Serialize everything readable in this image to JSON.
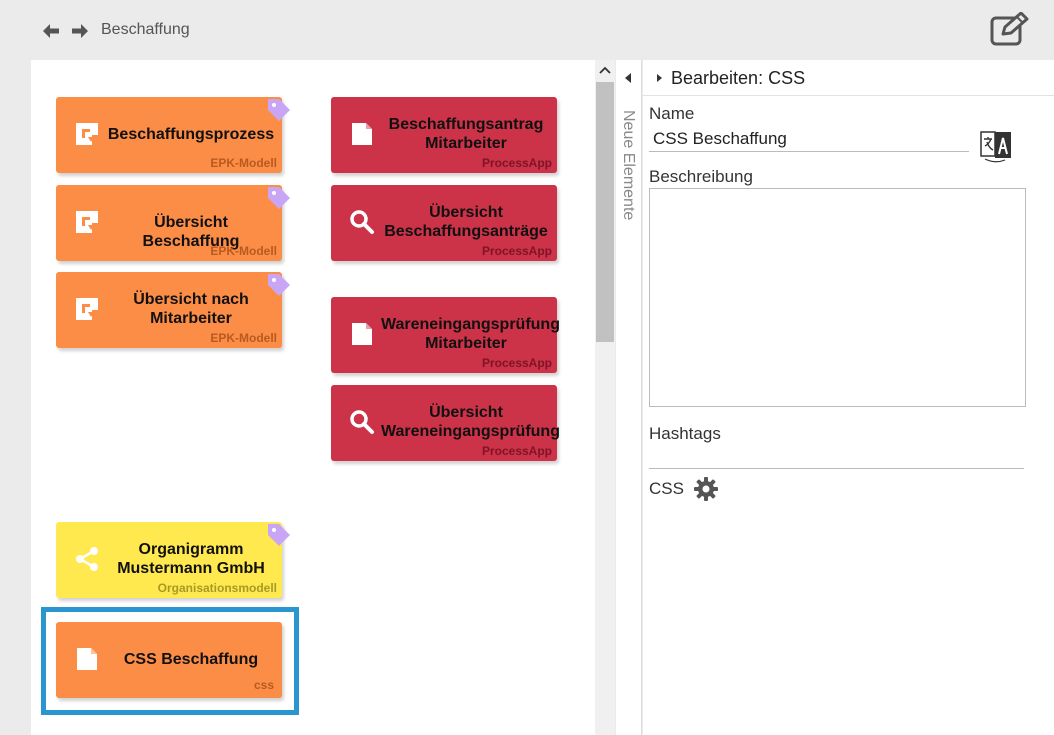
{
  "breadcrumb": "Beschaffung",
  "icons": {
    "back": "arrow-left-icon",
    "forward": "arrow-right-icon",
    "edit": "edit-icon",
    "translate": "translate-icon",
    "settings": "gear-icon"
  },
  "colors": {
    "epk_card": "#fc8d47",
    "processapp_card": "#cc3248",
    "orgmodel_card": "#ffe94e",
    "selection": "#2996cf",
    "tag": "#c9a6f5"
  },
  "strip_label": "Neue Elemente",
  "cards": [
    {
      "title": "Beschaffungsprozess",
      "type": "EPK-Modell",
      "icon": "epk-icon"
    },
    {
      "title": "Übersicht Beschaffung",
      "type": "EPK-Modell",
      "icon": "epk-icon"
    },
    {
      "title": "Übersicht nach Mitarbeiter",
      "type": "EPK-Modell",
      "icon": "epk-icon"
    },
    {
      "title": "Beschaffungsantrag Mitarbeiter",
      "type": "ProcessApp",
      "icon": "document-icon"
    },
    {
      "title": "Übersicht Beschaffungsanträge",
      "type": "ProcessApp",
      "icon": "search-icon"
    },
    {
      "title": "Wareneingangsprüfung Mitarbeiter",
      "type": "ProcessApp",
      "icon": "document-icon"
    },
    {
      "title": "Übersicht Wareneingangsprüfung",
      "type": "ProcessApp",
      "icon": "search-icon"
    },
    {
      "title": "Organigramm Mustermann GmbH",
      "type": "Organisationsmodell",
      "icon": "share-icon"
    },
    {
      "title": "CSS Beschaffung",
      "type": "css",
      "icon": "document-icon"
    }
  ],
  "props": {
    "title": "Bearbeiten: CSS",
    "name_label": "Name",
    "name_value": "CSS Beschaffung",
    "description_label": "Beschreibung",
    "description_value": "",
    "hashtags_label": "Hashtags",
    "css_label": "CSS"
  }
}
